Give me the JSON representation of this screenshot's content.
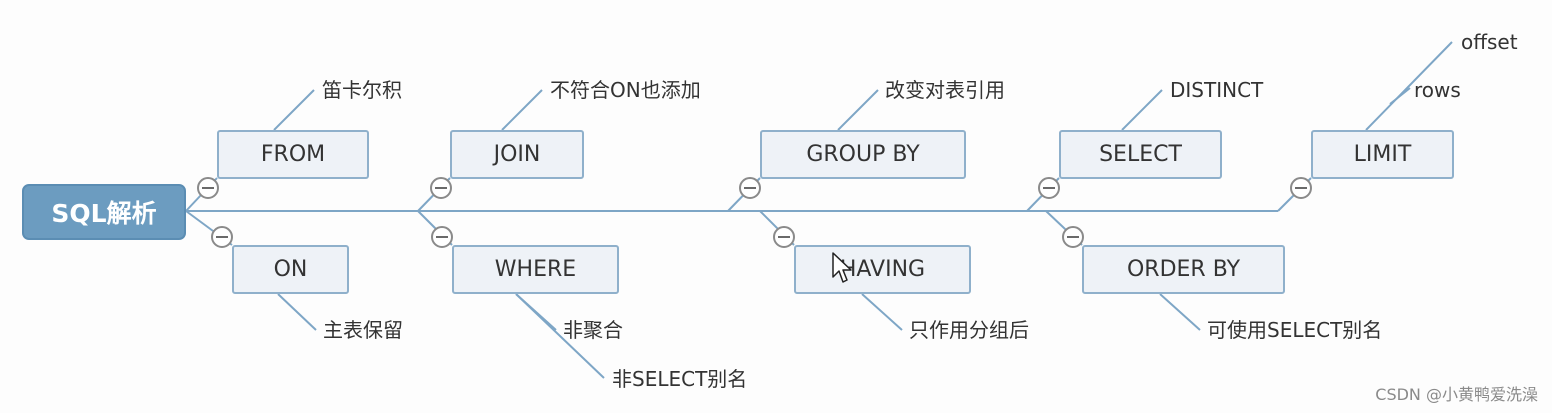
{
  "root": {
    "label": "SQL解析"
  },
  "nodes": {
    "from": "FROM",
    "on": "ON",
    "join": "JOIN",
    "where": "WHERE",
    "group_by": "GROUP BY",
    "having": "HAVING",
    "select": "SELECT",
    "order_by": "ORDER BY",
    "limit": "LIMIT"
  },
  "notes": {
    "from": "笛卡尔积",
    "on": "主表保留",
    "join": "不符合ON也添加",
    "where_1": "非聚合",
    "where_2": "非SELECT别名",
    "group_by": "改变对表引用",
    "having": "只作用分组后",
    "select": "DISTINCT",
    "order_by": "可使用SELECT别名",
    "limit_1": "offset",
    "limit_2": "rows"
  },
  "watermark": "CSDN @小黄鸭爱洗澡",
  "colors": {
    "root_fill": "#6c9cc0",
    "node_fill": "#eef2f7",
    "node_border": "#8fb0cb",
    "connector": "#7ea6c6"
  }
}
